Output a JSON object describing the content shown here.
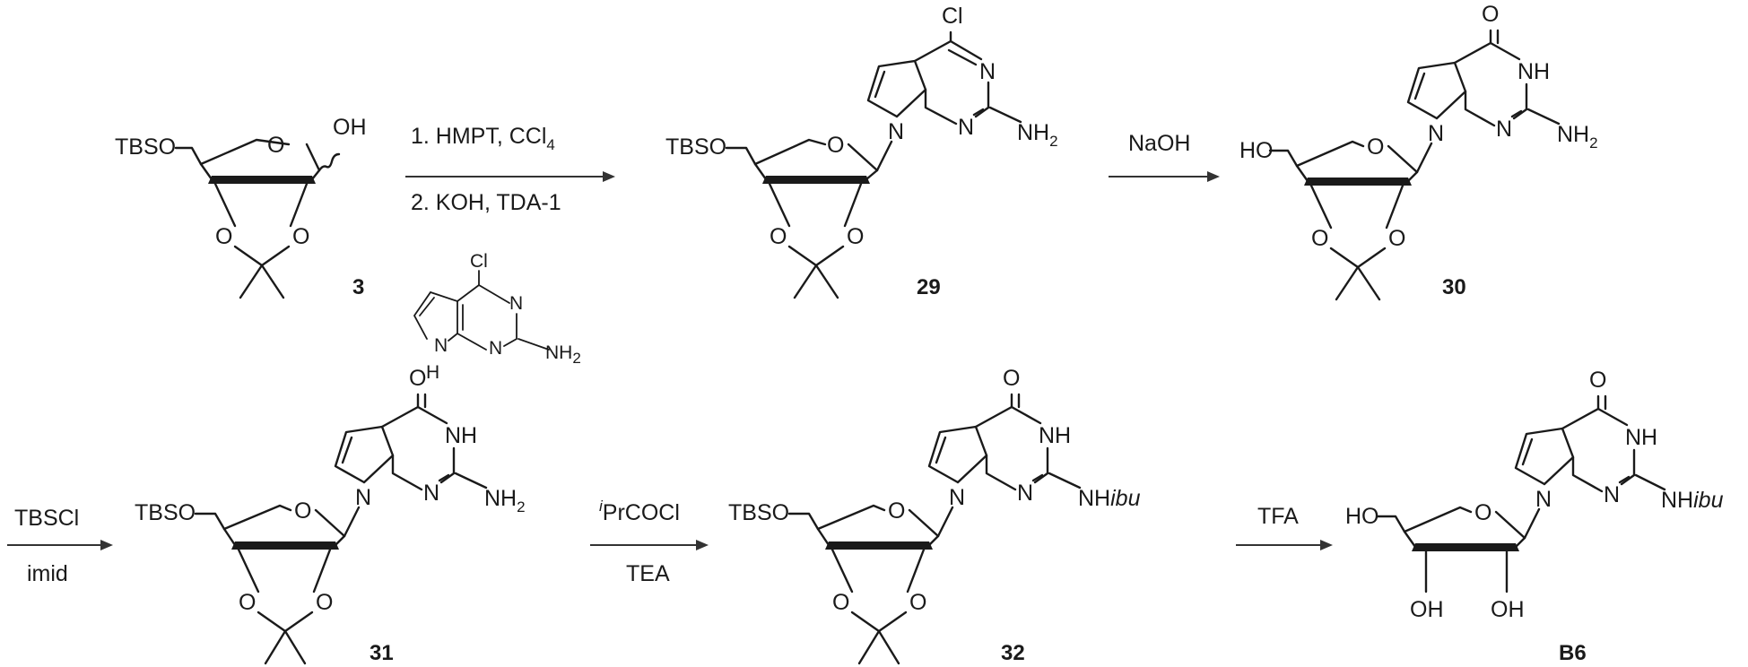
{
  "reagents": {
    "r1_line1": "1. HMPT, CCl",
    "r1_line1_sub": "4",
    "r1_line2": "2. KOH, TDA-1",
    "r2": "NaOH",
    "r3_top": "TBSCl",
    "r3_bottom": "imid",
    "r4_top_sup": "i",
    "r4_top": "PrCOCl",
    "r4_bottom": "TEA",
    "r5": "TFA"
  },
  "reagent_structure": {
    "cl": "Cl",
    "n": "N",
    "nh": "N",
    "h": "H",
    "nh2": "NH",
    "nh2_sub": "2"
  },
  "compounds": {
    "c3": {
      "label": "3",
      "tbso": "TBSO",
      "ring_o": "O",
      "oh": "OH",
      "o1": "O",
      "o2": "O"
    },
    "c29": {
      "label": "29",
      "tbso": "TBSO",
      "ring_o": "O",
      "o1": "O",
      "o2": "O",
      "cl": "Cl",
      "n9": "N",
      "n1": "N",
      "n3": "N",
      "nh2": "NH",
      "nh2_sub": "2"
    },
    "c30": {
      "label": "30",
      "ho": "HO",
      "ring_o": "O",
      "o1": "O",
      "o2": "O",
      "carbonyl_o": "O",
      "n9": "N",
      "nh": "NH",
      "n3": "N",
      "nh2": "NH",
      "nh2_sub": "2"
    },
    "c31": {
      "label": "31",
      "tbso": "TBSO",
      "ring_o": "O",
      "o1": "O",
      "o2": "O",
      "carbonyl_o": "O",
      "n9": "N",
      "nh": "NH",
      "n3": "N",
      "nh2": "NH",
      "nh2_sub": "2"
    },
    "c32": {
      "label": "32",
      "tbso": "TBSO",
      "ring_o": "O",
      "o1": "O",
      "o2": "O",
      "carbonyl_o": "O",
      "n9": "N",
      "nh": "NH",
      "n3": "N",
      "nhibu": "NH",
      "nhibu_it": "ibu"
    },
    "cB6": {
      "label": "B6",
      "ho": "HO",
      "ring_o": "O",
      "oh1": "OH",
      "oh2": "OH",
      "carbonyl_o": "O",
      "n9": "N",
      "nh": "NH",
      "n3": "N",
      "nhibu": "NH",
      "nhibu_it": "ibu"
    }
  }
}
